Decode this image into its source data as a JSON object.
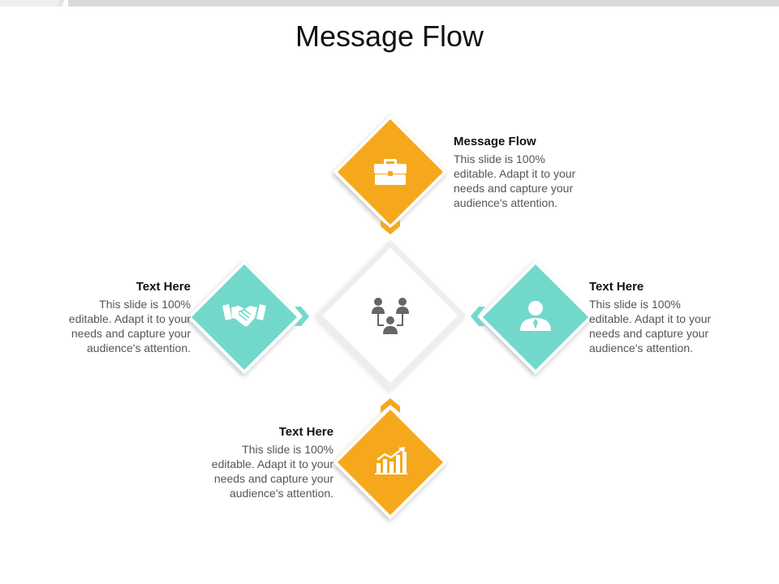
{
  "title": "Message Flow",
  "colors": {
    "yellow": "#f5a81c",
    "teal": "#73d8cc",
    "gray_icon": "#666666",
    "chevron_yellow": "#f5a81c",
    "chevron_teal": "#73d8cc"
  },
  "center": {
    "icon": "team-hierarchy-icon"
  },
  "nodes": {
    "top": {
      "icon": "briefcase-icon",
      "heading": "Message Flow",
      "lines": [
        "This slide is 100%",
        "editable. Adapt it to your",
        "needs and capture your",
        "audience's attention."
      ]
    },
    "left": {
      "icon": "handshake-icon",
      "heading": "Text Here",
      "lines": [
        "This slide is 100%",
        "editable. Adapt it to your",
        "needs and capture your",
        "audience's attention."
      ]
    },
    "right": {
      "icon": "user-icon",
      "heading": "Text Here",
      "lines": [
        "This slide is 100%",
        "editable. Adapt it to your",
        "needs and capture your",
        "audience's attention."
      ]
    },
    "bottom": {
      "icon": "bar-chart-growth-icon",
      "heading": "Text Here",
      "lines": [
        "This slide is 100%",
        "editable. Adapt it to your",
        "needs and capture your",
        "audience's attention."
      ]
    }
  }
}
